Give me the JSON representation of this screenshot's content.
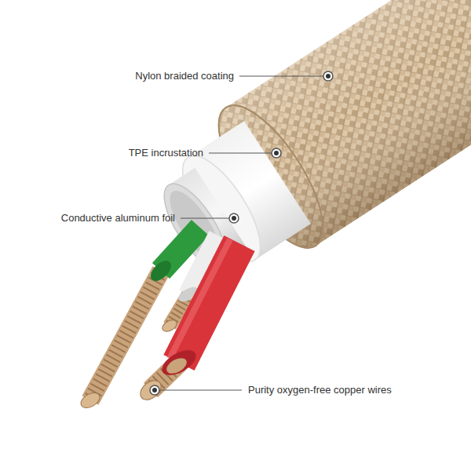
{
  "diagram": {
    "labels": [
      "Nylon braided coating",
      "TPE incrustation",
      "Conductive aluminum foil",
      "Purity oxygen-free copper wires"
    ]
  }
}
